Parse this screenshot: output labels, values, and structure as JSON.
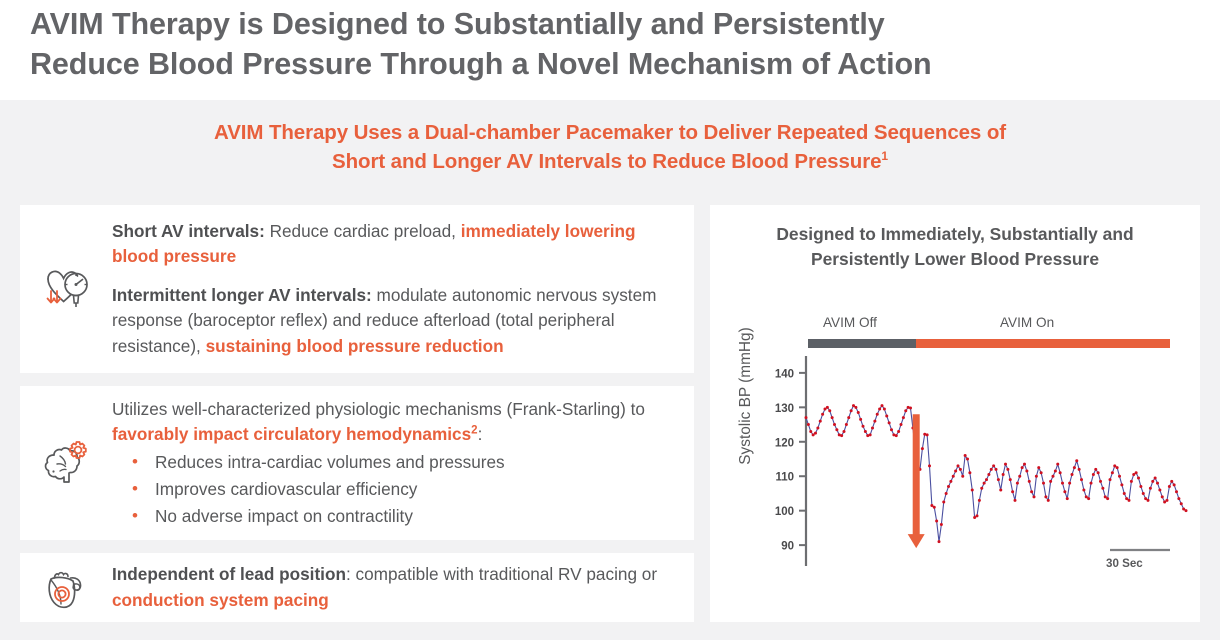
{
  "header": {
    "title_line1": "AVIM Therapy is Designed to Substantially and Persistently",
    "title_line2": "Reduce Blood Pressure Through a Novel Mechanism of Action"
  },
  "subtitle": {
    "line1": "AVIM Therapy Uses a Dual-chamber Pacemaker to Deliver Repeated Sequences of",
    "line2": "Short and Longer AV Intervals to Reduce Blood Pressure",
    "line2_superscript": "1"
  },
  "cards": [
    {
      "icon": "heart-bp-gauge-down-arrow-icon",
      "paragraphs": [
        {
          "bold_label": "Short AV intervals:",
          "plain": " Reduce cardiac preload, ",
          "highlight": "immediately lowering blood pressure"
        },
        {
          "bold_label": "Intermittent longer AV intervals:",
          "plain": " modulate autonomic nervous system response (baroceptor reflex) and reduce afterload (total peripheral resistance), ",
          "highlight": "sustaining blood pressure reduction"
        }
      ]
    },
    {
      "icon": "brain-gear-icon",
      "lead_plain": "Utilizes well-characterized physiologic mechanisms (Frank-Starling) to ",
      "lead_highlight": "favorably impact circulatory hemodynamics",
      "lead_superscript": "2",
      "lead_tail": ":",
      "bullets": [
        "Reduces intra-cardiac volumes and pressures",
        "Improves cardiovascular efficiency",
        "No adverse impact on contractility"
      ]
    },
    {
      "icon": "heart-pacemaker-lead-icon",
      "bold_label": "Independent of lead position",
      "plain": ": compatible with traditional RV pacing or ",
      "highlight": "conduction system pacing"
    }
  ],
  "chart_panel": {
    "title_line1": "Designed to Immediately, Substantially and",
    "title_line2": "Persistently Lower Blood Pressure",
    "phase_off_label": "AVIM Off",
    "phase_on_label": "AVIM On"
  },
  "colors": {
    "orange": "#E8603C",
    "dark_gray": "#5C6066",
    "text_gray": "#58595B",
    "heading_gray": "#636467",
    "slide_bg": "#f2f2f3",
    "card_bg": "#ffffff",
    "trace_line": "#4a4fa0",
    "trace_marker": "#D01020"
  },
  "chart_data": {
    "type": "line",
    "title": "Designed to Immediately, Substantially and Persistently Lower Blood Pressure",
    "xlabel": "",
    "ylabel": "Systolic BP (mmHg)",
    "ylim": [
      88,
      142
    ],
    "yticks": [
      90,
      100,
      110,
      120,
      130,
      140
    ],
    "ytick_labels": [
      "90",
      "100",
      "110",
      "120",
      "130",
      "140"
    ],
    "grid": false,
    "legend": "none",
    "scalebar_label": "30 Sec",
    "annotations": [
      {
        "type": "phase-bar",
        "label": "AVIM Off",
        "color": "#5C6066",
        "x_start": 0,
        "x_end": 0.295
      },
      {
        "type": "phase-bar",
        "label": "AVIM On",
        "color": "#E8603C",
        "x_start": 0.295,
        "x_end": 1.0
      },
      {
        "type": "down-arrow",
        "color": "#E8603C",
        "x": 0.29,
        "y_start": 128,
        "y_end": 90
      }
    ],
    "series": [
      {
        "name": "Systolic BP",
        "line_color": "#4a4fa0",
        "marker_color": "#D01020",
        "values": [
          127,
          125,
          123,
          122,
          122.5,
          124,
          126,
          128,
          129.5,
          130,
          129,
          127,
          125,
          123.5,
          122,
          121.8,
          123,
          125,
          127,
          129,
          130.5,
          130,
          128.5,
          126.5,
          124.5,
          123,
          121.8,
          122,
          124,
          126,
          128,
          129.5,
          130.5,
          129.5,
          127.5,
          125.5,
          123.5,
          122,
          121.8,
          123,
          125,
          127,
          129,
          130,
          129.8,
          124,
          118,
          113.5,
          112,
          118,
          122.2,
          122,
          113,
          101.5,
          101,
          97,
          91,
          96,
          102.5,
          105,
          107,
          108.5,
          110,
          111.5,
          113,
          112,
          110,
          116,
          115,
          111,
          106,
          98,
          98.5,
          103,
          106.5,
          108,
          109,
          110.5,
          112,
          113,
          112,
          109,
          106,
          110.5,
          113.5,
          112,
          109,
          105.5,
          103,
          108,
          110,
          112.5,
          113.5,
          111.5,
          108.5,
          105.5,
          104,
          110,
          112.5,
          111,
          108,
          104,
          103,
          108.5,
          110,
          111.5,
          113.5,
          111,
          108,
          105.5,
          103.5,
          108,
          110.5,
          112.5,
          114.5,
          112,
          109,
          106,
          104,
          103.5,
          108,
          110.5,
          112,
          111,
          108.5,
          106.5,
          104,
          103.5,
          109,
          111,
          113,
          112.5,
          110,
          107.5,
          105,
          103.5,
          103,
          108.5,
          110.5,
          111,
          109.5,
          107,
          105,
          103.5,
          103,
          106.5,
          108.5,
          109.5,
          108,
          106,
          104,
          102.5,
          103,
          107,
          108.5,
          107.5,
          105.5,
          103.5,
          102,
          100.5,
          100
        ]
      }
    ]
  }
}
